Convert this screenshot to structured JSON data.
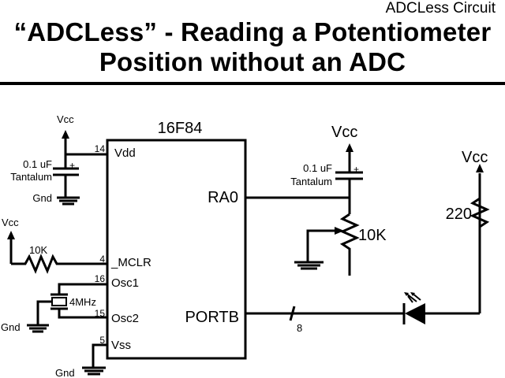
{
  "header": {
    "section": "ADCLess Circuit",
    "title_line1": "“ADCLess” - Reading a Potentiometer",
    "title_line2": "Position without an ADC"
  },
  "chip": {
    "name": "16F84",
    "pins": {
      "vdd": {
        "number": "14",
        "label": "Vdd"
      },
      "mclr": {
        "number": "4",
        "label": "_MCLR"
      },
      "osc1": {
        "number": "16",
        "label": "Osc1"
      },
      "osc2": {
        "number": "15",
        "label": "Osc2"
      },
      "vss": {
        "number": "5",
        "label": "Vss"
      },
      "ra0": {
        "label": "RA0"
      },
      "portb": {
        "label": "PORTB"
      }
    }
  },
  "left": {
    "vcc_top": "Vcc",
    "cap_value": "0.1 uF",
    "cap_type": "Tantalum",
    "cap_polarity": "+",
    "gnd_cap": "Gnd",
    "vcc_mclr": "Vcc",
    "mclr_resistor": "10K",
    "crystal": "4MHz",
    "gnd_crystal": "Gnd",
    "gnd_vss": "Gnd"
  },
  "right": {
    "vcc_pot": "Vcc",
    "cap_value": "0.1 uF",
    "cap_type": "Tantalum",
    "cap_polarity": "+",
    "pot_value": "10K",
    "vcc_led": "Vcc",
    "led_resistor": "220",
    "bus_width": "8"
  }
}
